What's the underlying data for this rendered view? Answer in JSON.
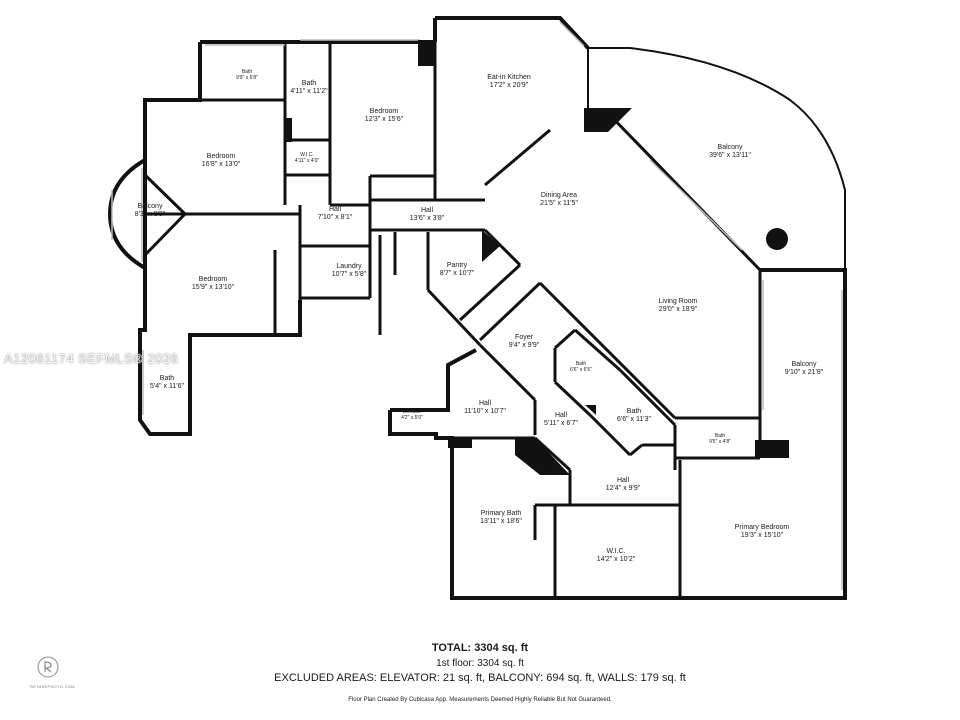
{
  "rooms": [
    {
      "name": "Bath",
      "dims": "9'9\" x 6'8\"",
      "size": "sm"
    },
    {
      "name": "Bath",
      "dims": "4'11\" x 11'2\"",
      "size": "md"
    },
    {
      "name": "Bedroom",
      "dims": "12'3\" x 15'6\"",
      "size": "md"
    },
    {
      "name": "Eat-in Kitchen",
      "dims": "17'2\" x 20'9\"",
      "size": "md"
    },
    {
      "name": "W.I.C.",
      "dims": "4'11\" x 4'0\"",
      "size": "sm"
    },
    {
      "name": "Bedroom",
      "dims": "16'8\" x 13'0\"",
      "size": "md"
    },
    {
      "name": "Balcony",
      "dims": "39'6\" x 13'11\"",
      "size": "md"
    },
    {
      "name": "Balcony",
      "dims": "8'3\" x 8'3\"",
      "size": "md"
    },
    {
      "name": "Hall",
      "dims": "7'10\" x 8'1\"",
      "size": "md"
    },
    {
      "name": "Hall",
      "dims": "13'6\" x 3'8\"",
      "size": "md"
    },
    {
      "name": "Dining Area",
      "dims": "21'5\" x 11'5\"",
      "size": "md"
    },
    {
      "name": "Pantry",
      "dims": "8'7\" x 10'7\"",
      "size": "md"
    },
    {
      "name": "Laundry",
      "dims": "10'7\" x 5'8\"",
      "size": "md"
    },
    {
      "name": "Bedroom",
      "dims": "15'9\" x 13'10\"",
      "size": "md"
    },
    {
      "name": "Living Room",
      "dims": "29'0\" x 18'9\"",
      "size": "md"
    },
    {
      "name": "Foyer",
      "dims": "9'4\" x 9'9\"",
      "size": "md"
    },
    {
      "name": "Bath",
      "dims": "5'4\" x 11'6\"",
      "size": "md"
    },
    {
      "name": "Bath",
      "dims": "6'6\" x 6'5\"",
      "size": "sm"
    },
    {
      "name": "Balcony",
      "dims": "9'10\" x 21'8\"",
      "size": "md"
    },
    {
      "name": "Hall",
      "dims": "11'10\" x 10'7\"",
      "size": "md"
    },
    {
      "name": "Elevator",
      "dims": "4'2\" x 5'0\"",
      "size": "sm"
    },
    {
      "name": "Hall",
      "dims": "5'11\" x 6'7\"",
      "size": "md"
    },
    {
      "name": "Bath",
      "dims": "6'6\" x 11'3\"",
      "size": "md"
    },
    {
      "name": "Bath",
      "dims": "9'5\" x 4'8\"",
      "size": "sm"
    },
    {
      "name": "Hall",
      "dims": "12'4\" x 9'9\"",
      "size": "md"
    },
    {
      "name": "Primary Bath",
      "dims": "13'11\" x 18'6\"",
      "size": "md"
    },
    {
      "name": "Primary Bedroom",
      "dims": "19'3\" x 15'10\"",
      "size": "md"
    },
    {
      "name": "W.I.C.",
      "dims": "14'2\" x 10'2\"",
      "size": "md"
    }
  ],
  "watermark": "A12061174  SEFMLS® 2026",
  "summary": {
    "total": "TOTAL: 3304 sq. ft",
    "floor": "1st floor: 3304 sq. ft",
    "excluded": "EXCLUDED AREAS: ELEVATOR: 21 sq. ft, BALCONY: 694 sq. ft, WALLS: 179 sq. ft",
    "credit": "Floor Plan Created By Cubicasa App. Measurements Deemed Highly Reliable But Not Guaranteed."
  },
  "logo": {
    "text": "RETAKEPHOTO.COM"
  },
  "colors": {
    "wall": "#111111",
    "window": "#cfcfcf",
    "background": "#ffffff"
  }
}
